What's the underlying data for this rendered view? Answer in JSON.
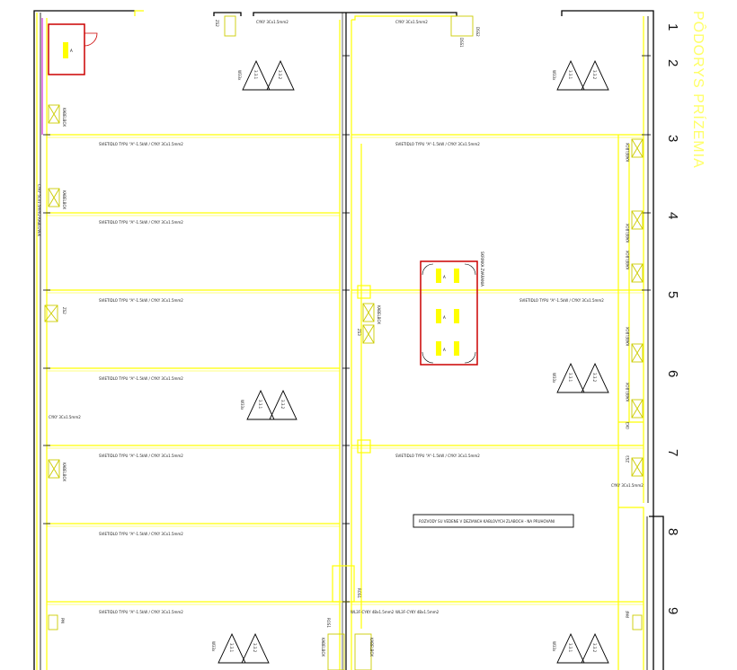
{
  "title": "PÔDORYS PRÍZEMIA",
  "axis_labels": [
    "1",
    "2",
    "3",
    "4",
    "5",
    "6",
    "7",
    "8",
    "9"
  ],
  "colors": {
    "line": "#ffff00",
    "wall": "#000000",
    "fixture": "#cc0000",
    "text": "#222222",
    "title": "#ffff66"
  },
  "cable_label": "SVIETIDLO TYPU \"A\"-1.5kW / CYKY 3Cx1.5mm2",
  "cable_label_right": "SVIETIDLO TYPU \"A\"-1.5kW / CYKY 3Cx1.5mm2",
  "cable_label_left_vertical": "CYKY 5Cx1.5mm2-KABLOVEK",
  "cable_label_top": "CYKY 3Cx1.5mm2",
  "cable_label_top2": "CYKY 3Cx1.5mm2",
  "cable_label_bottom": "WL3F-CYKY 4Bx1.5mm2",
  "cable_label_bottom2": "WL3F-CYKY 4Bx1.5mm2",
  "box_label": "KABELBOX",
  "box_codes": [
    "ZS2",
    "ZS3",
    "ZS2",
    "ZS3",
    "PM",
    "PMF",
    "ROS1",
    "DSS1",
    "DSS2",
    "OK3"
  ],
  "pole_codes": [
    "3.3.1",
    "3.3.2"
  ],
  "pole_tag": "W33x",
  "fixture_tag": "A",
  "fixture_room_label": "SKRINKA ZVARANIA",
  "note_box": "ROZVODY SU VEDENE V DEZIANCH KABLOVYCH ZLABOCH - NA PRUHOVANI",
  "cyky_small": "CYKY 3Cx1.5mm2"
}
